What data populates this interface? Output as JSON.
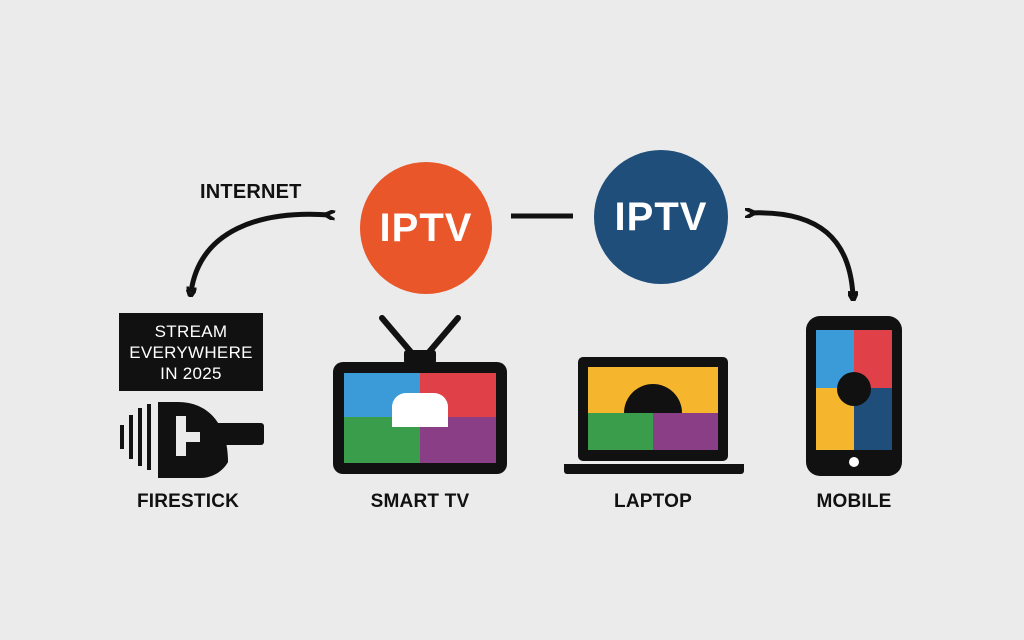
{
  "diagram": {
    "internet_label": "INTERNET",
    "hub_left": {
      "text": "IPTV",
      "color": "#e8562a"
    },
    "hub_right": {
      "text": "IPTV",
      "color": "#1e4e79"
    },
    "banner_lines": [
      "STREAM",
      "EVERYWHERE",
      "IN 2025"
    ],
    "devices": [
      {
        "label": "FIRESTICK",
        "icon": "firestick-icon"
      },
      {
        "label": "SMART TV",
        "icon": "smart-tv-icon"
      },
      {
        "label": "LAPTOP",
        "icon": "laptop-icon"
      },
      {
        "label": "MOBILE",
        "icon": "mobile-phone-icon"
      }
    ],
    "colors": {
      "blue": "#3b9bd8",
      "red": "#e04048",
      "green": "#3a9d4b",
      "purple": "#8a3e86",
      "yellow": "#f5b52c",
      "navy": "#1e4e79",
      "ink": "#111111"
    }
  }
}
